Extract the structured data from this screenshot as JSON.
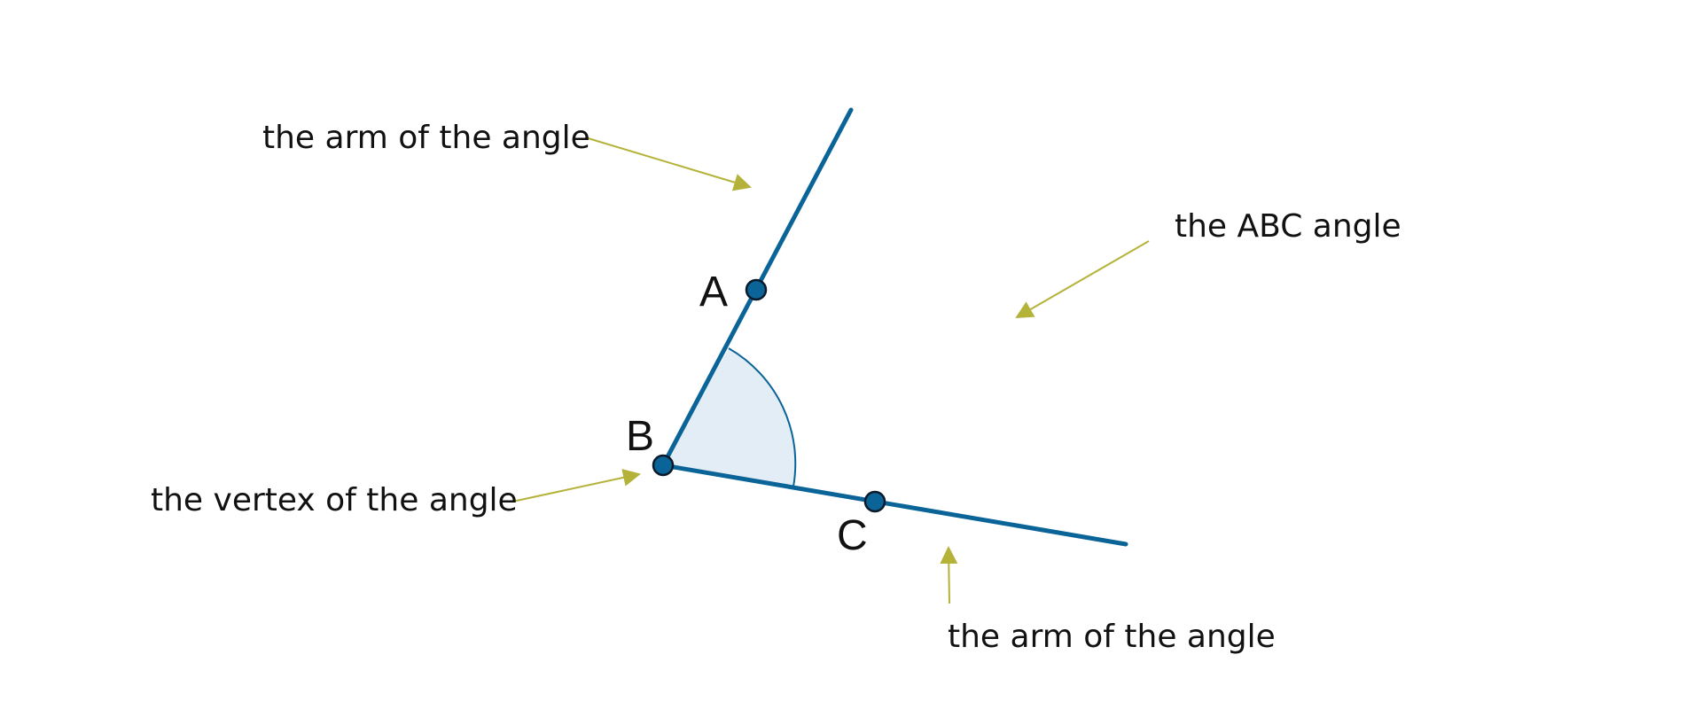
{
  "points": {
    "A": "A",
    "B": "B",
    "C": "C"
  },
  "annotations": {
    "arm_top": "the arm of the angle",
    "angle_name": "the ABC angle",
    "vertex": "the vertex of the angle",
    "arm_bottom": "the arm of the angle"
  },
  "colors": {
    "arm": "#0A6498",
    "point_fill": "#0A6498",
    "point_stroke": "#0a1a2a",
    "angle_fill": "#E3EDF5",
    "angle_stroke": "#0A6498",
    "arrow": "#B5B23A",
    "text": "#111111"
  }
}
